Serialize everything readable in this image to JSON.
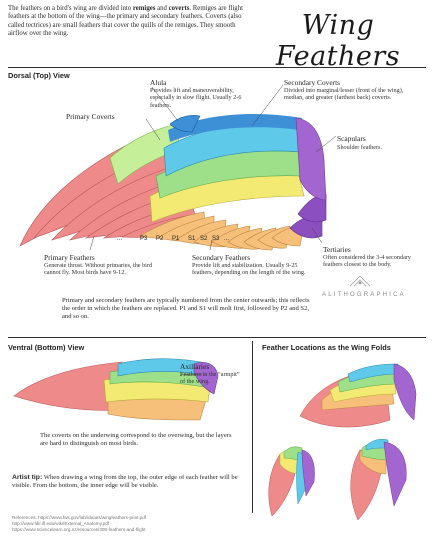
{
  "intro": {
    "part1": "The feathers on a bird's wing are divided into ",
    "remiges": "remiges",
    "and": " and ",
    "coverts": "coverts",
    "part2": ". Remiges are flight feathers at the bottom of the wing—the primary and secondary feathers. Coverts (also called tectrices) are small feathers that cover the quills of the remiges. They smooth airflow over the wing."
  },
  "title": "Wing Feathers",
  "dorsal": {
    "heading": "Dorsal (Top) View",
    "alula": {
      "label": "Alula",
      "desc": "Provides lift and maneuverability, especially in slow flight. Usually 2-6 feathers."
    },
    "primary_coverts": {
      "label": "Primary Coverts"
    },
    "secondary_coverts": {
      "label": "Secondary Coverts",
      "desc": "Divided into marginal/lesser (front of the wing), median, and greater (farthest back) coverts."
    },
    "scapulars": {
      "label": "Scapulars",
      "desc": "Shoulder feathers."
    },
    "tertiaries": {
      "label": "Tertiaries",
      "desc": "Often considered the 3-4 secondary feathers closest to the body."
    },
    "primary_feathers": {
      "label": "Primary Feathers",
      "desc": "Generate thrust. Without primaries, the bird cannot fly. Most birds have 9-12."
    },
    "secondary_feathers": {
      "label": "Secondary Feathers",
      "desc": "Provide lift and stabilization. Usually 9-25 feathers, depending on the length of the wing."
    },
    "numbering": [
      "...",
      "P3",
      "P2",
      "P1",
      "S1",
      "S2",
      "S3",
      "..."
    ],
    "numbering_note": "Primary and secondary feathers are typically numbered from the center outwards; this reflects the order in which the feathers are replaced. P1 and S1 will molt first, followed by P2 and S2, and so on."
  },
  "brand": "ALITHOGRAPHICA",
  "ventral": {
    "heading": "Ventral (Bottom) View",
    "axillaries": {
      "label": "Axillaries",
      "desc": "Feathers in the “armpit” of the wing."
    },
    "note": "The coverts on the underwing correspond to the overwing, but the layers are hard to distinguish on most birds."
  },
  "folds": {
    "heading": "Feather Locations as the Wing Folds"
  },
  "tip": {
    "label": "Artist tip:",
    "text": " When drawing a wing from the top, the outer edge of each feather will be visible. From the bottom, the inner edge will be visible."
  },
  "references": {
    "label": "References:",
    "lines": [
      "https://www.fws.gov/lab/ideaes/wingfeathers-print.pdf",
      "http://www.fdir.ifl.edu/wiki/External_Anatomy.pdf",
      "https://www.sciencelearn.org.nz/resources/308-feathers-and-flight"
    ]
  },
  "colors": {
    "primaries": "#ef8a8a",
    "secondaries": "#f6bf7a",
    "greater_coverts": "#f3ea73",
    "median_coverts": "#9ee08a",
    "lesser_coverts": "#5fc9e9",
    "alula": "#3d8fd6",
    "scapulars": "#a365d0",
    "tertiaries": "#8c4fc0"
  }
}
